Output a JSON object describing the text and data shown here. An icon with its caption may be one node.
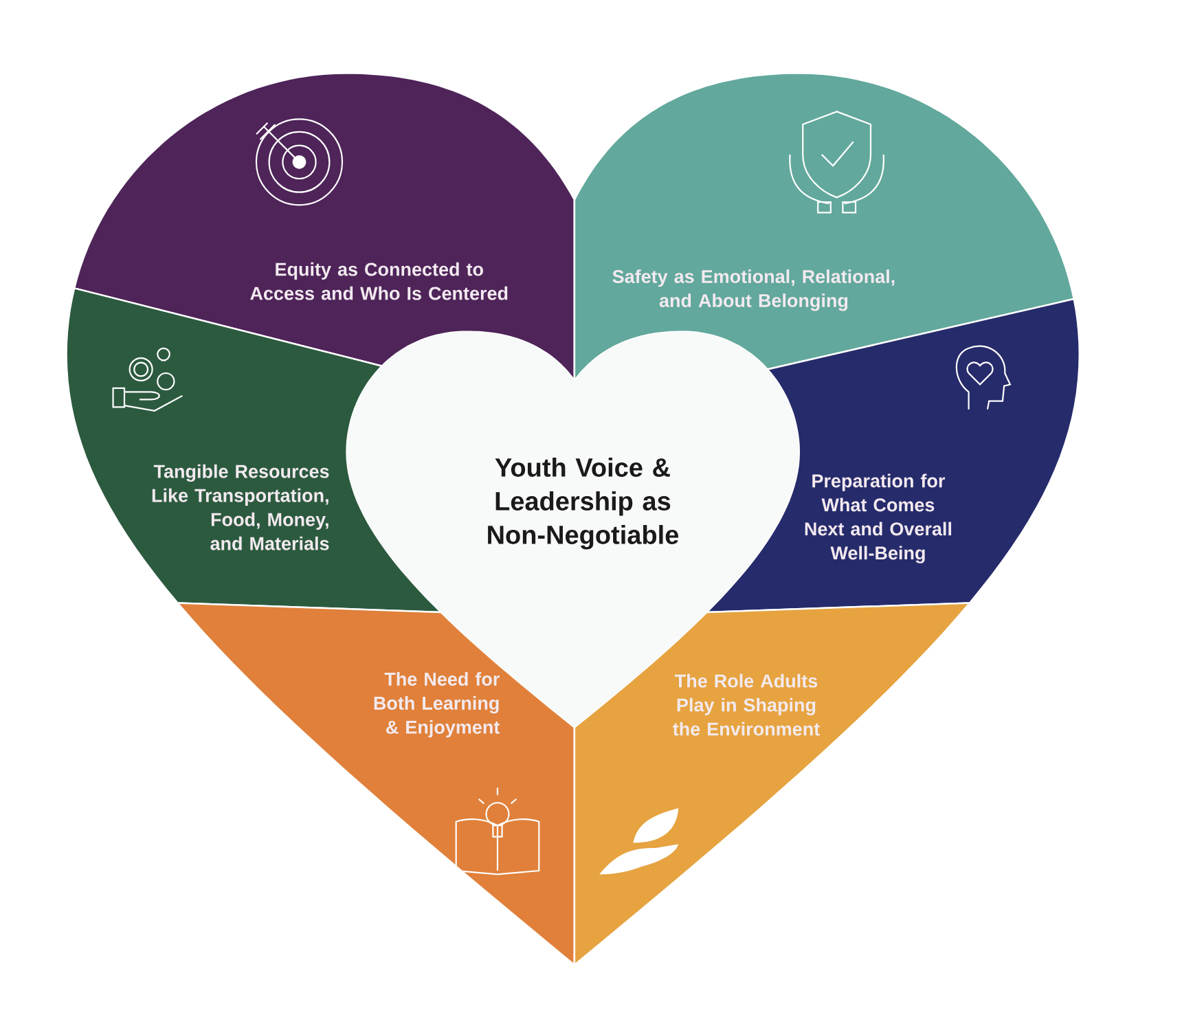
{
  "diagram": {
    "nodes": [
      {
        "text": [
          "Equity as Connected to Access and Who Is Centered"
        ]
      },
      {
        "text": [
          "Safety as Emotional, Relational, and About Belonging"
        ]
      },
      {
        "text": [
          "Tangible Resources Like Transportation, Food, Money, and Materials"
        ]
      },
      {
        "text": [
          "Youth Voice & Leadership as Non-Negotiable"
        ]
      },
      {
        "text": [
          "Preparation for What Comes Next and Overall Well-Being"
        ]
      },
      {
        "text": [
          "The Need for Both Learning & Enjoyment"
        ]
      },
      {
        "text": [
          "The Role Adults Play in Shaping the Environment"
        ]
      }
    ]
  }
}
